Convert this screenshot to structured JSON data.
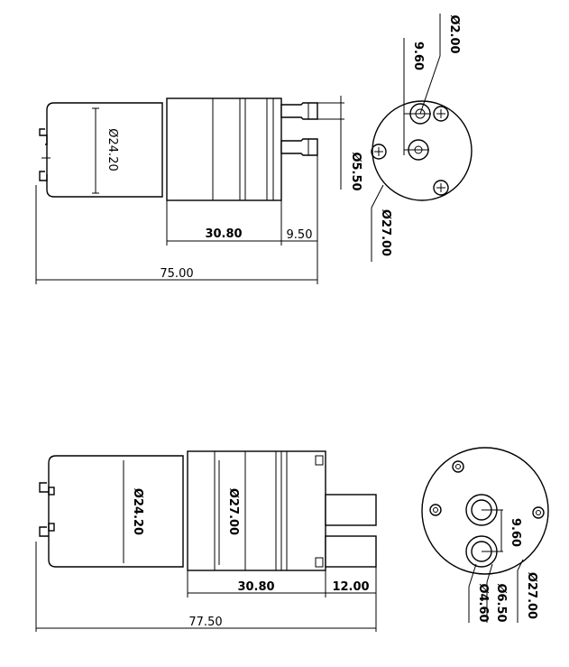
{
  "top_view": {
    "motor_diameter": "Ø24.20",
    "pump_length": "30.80",
    "nozzle_length": "9.50",
    "overall_length": "75.00",
    "nozzle_diameter": "Ø5.50",
    "end_spacing": "9.60",
    "port_diameter": "Ø2.00",
    "end_diameter": "Ø27.00"
  },
  "bottom_view": {
    "motor_diameter": "Ø24.20",
    "pump_diameter": "Ø27.00",
    "pump_length": "30.80",
    "tube_length": "12.00",
    "overall_length": "77.50",
    "end_spacing": "9.60",
    "port_inner_diameter": "Ø4.60",
    "port_outer_diameter": "Ø6.50",
    "end_diameter": "Ø27.00"
  }
}
